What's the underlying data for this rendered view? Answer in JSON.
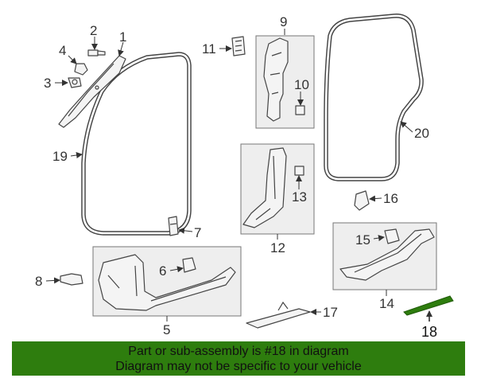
{
  "colors": {
    "banner_bg": "#2e7d0e",
    "highlight_part": "#2e7d0e",
    "line": "#444444",
    "box_fill": "#eeeeee"
  },
  "callouts": {
    "n1": "1",
    "n2": "2",
    "n3": "3",
    "n4": "4",
    "n5": "5",
    "n6": "6",
    "n7": "7",
    "n8": "8",
    "n9": "9",
    "n10": "10",
    "n11": "11",
    "n12": "12",
    "n13": "13",
    "n14": "14",
    "n15": "15",
    "n16": "16",
    "n17": "17",
    "n18": "18",
    "n19": "19",
    "n20": "20"
  },
  "highlighted_callout": "18",
  "banner": {
    "line1": "Part or sub-assembly is #18 in diagram",
    "line2": "Diagram may not be specific to your vehicle"
  }
}
